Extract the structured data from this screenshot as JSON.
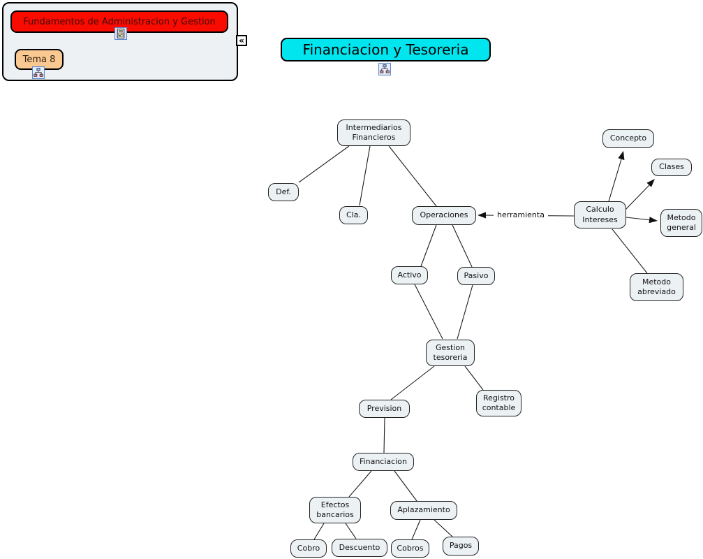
{
  "panel": {
    "course_label": "Fundamentos de Administracion y Gestion",
    "topic_label": "Tema 8",
    "collapse_glyph": "«"
  },
  "title": {
    "label": "Financiacion y Tesoreria"
  },
  "map": {
    "link_label": "herramienta",
    "nodes": [
      {
        "id": "intermediarios-financieros",
        "label": "Intermediarios\nFinancieros"
      },
      {
        "id": "def",
        "label": "Def."
      },
      {
        "id": "cla",
        "label": "Cla."
      },
      {
        "id": "operaciones",
        "label": "Operaciones"
      },
      {
        "id": "activo",
        "label": "Activo"
      },
      {
        "id": "pasivo",
        "label": "Pasivo"
      },
      {
        "id": "gestion-tesoreria",
        "label": "Gestion\ntesoreria"
      },
      {
        "id": "prevision",
        "label": "Prevision"
      },
      {
        "id": "registro-contable",
        "label": "Registro\ncontable"
      },
      {
        "id": "financiacion",
        "label": "Financiacion"
      },
      {
        "id": "efectos-bancarios",
        "label": "Efectos\nbancarios"
      },
      {
        "id": "aplazamiento",
        "label": "Aplazamiento"
      },
      {
        "id": "cobro",
        "label": "Cobro"
      },
      {
        "id": "descuento",
        "label": "Descuento"
      },
      {
        "id": "cobros",
        "label": "Cobros"
      },
      {
        "id": "pagos",
        "label": "Pagos"
      },
      {
        "id": "calculo-intereses",
        "label": "Calculo\nIntereses"
      },
      {
        "id": "concepto",
        "label": "Concepto"
      },
      {
        "id": "clases",
        "label": "Clases"
      },
      {
        "id": "metodo-general",
        "label": "Metodo\ngeneral"
      },
      {
        "id": "metodo-abreviado",
        "label": "Metodo\nabreviado"
      }
    ],
    "edges": [
      {
        "from": "intermediarios-financieros",
        "to": "def",
        "arrow": false
      },
      {
        "from": "intermediarios-financieros",
        "to": "cla",
        "arrow": false
      },
      {
        "from": "intermediarios-financieros",
        "to": "operaciones",
        "arrow": false
      },
      {
        "from": "operaciones",
        "to": "activo",
        "arrow": false
      },
      {
        "from": "operaciones",
        "to": "pasivo",
        "arrow": false
      },
      {
        "from": "activo",
        "to": "gestion-tesoreria",
        "arrow": false
      },
      {
        "from": "pasivo",
        "to": "gestion-tesoreria",
        "arrow": false
      },
      {
        "from": "gestion-tesoreria",
        "to": "prevision",
        "arrow": false
      },
      {
        "from": "gestion-tesoreria",
        "to": "registro-contable",
        "arrow": false
      },
      {
        "from": "prevision",
        "to": "financiacion",
        "arrow": false
      },
      {
        "from": "financiacion",
        "to": "efectos-bancarios",
        "arrow": false
      },
      {
        "from": "financiacion",
        "to": "aplazamiento",
        "arrow": false
      },
      {
        "from": "efectos-bancarios",
        "to": "cobro",
        "arrow": false
      },
      {
        "from": "efectos-bancarios",
        "to": "descuento",
        "arrow": false
      },
      {
        "from": "aplazamiento",
        "to": "cobros",
        "arrow": false
      },
      {
        "from": "aplazamiento",
        "to": "pagos",
        "arrow": false
      },
      {
        "from": "calculo-intereses",
        "to": "concepto",
        "arrow": true
      },
      {
        "from": "calculo-intereses",
        "to": "clases",
        "arrow": true
      },
      {
        "from": "calculo-intereses",
        "to": "metodo-general",
        "arrow": true
      },
      {
        "from": "calculo-intereses",
        "to": "metodo-abreviado",
        "arrow": false
      },
      {
        "from": "calculo-intereses",
        "to": "operaciones",
        "arrow": true,
        "label": "herramienta"
      }
    ]
  },
  "colors": {
    "course_box": "#fa0b00",
    "topic_box": "#fac992",
    "title_box": "#00e5ee",
    "node_fill": "#ecf1f4",
    "panel_fill": "#edf1f4",
    "line": "#1c1c1c"
  }
}
